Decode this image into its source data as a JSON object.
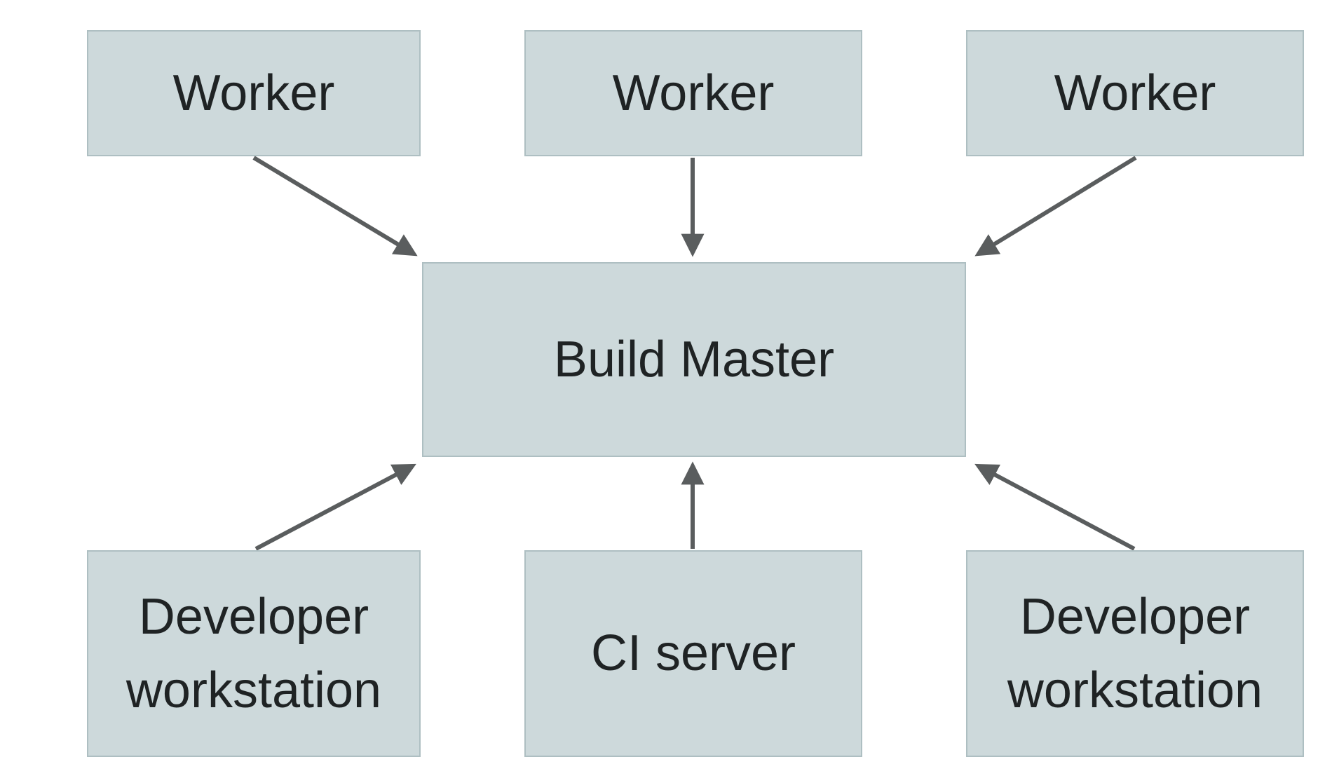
{
  "diagram_type": "architecture-flow-diagram",
  "nodes": {
    "worker_1": {
      "label": "Worker"
    },
    "worker_2": {
      "label": "Worker"
    },
    "worker_3": {
      "label": "Worker"
    },
    "build_master": {
      "label": "Build Master"
    },
    "developer_workstation_1": {
      "label": "Developer workstation"
    },
    "ci_server": {
      "label": "CI server"
    },
    "developer_workstation_2": {
      "label": "Developer workstation"
    }
  },
  "edges": [
    {
      "from": "worker_1",
      "to": "build_master",
      "direction": "down-right"
    },
    {
      "from": "worker_2",
      "to": "build_master",
      "direction": "down"
    },
    {
      "from": "worker_3",
      "to": "build_master",
      "direction": "down-left"
    },
    {
      "from": "developer_workstation_1",
      "to": "build_master",
      "direction": "up-right"
    },
    {
      "from": "ci_server",
      "to": "build_master",
      "direction": "up"
    },
    {
      "from": "developer_workstation_2",
      "to": "build_master",
      "direction": "up-left"
    }
  ],
  "colors": {
    "background": "#ffffff",
    "node_fill": "#cdd9db",
    "node_border": "#aebfc2",
    "arrow": "#5a5d5e",
    "text": "#1f2324"
  }
}
